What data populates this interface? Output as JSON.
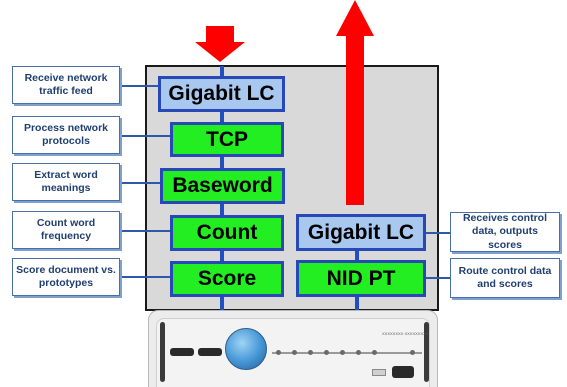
{
  "modules": {
    "gigabit_lc_in": "Gigabit LC",
    "tcp": "TCP",
    "baseword": "Baseword",
    "count": "Count",
    "score": "Score",
    "gigabit_lc_out": "Gigabit LC",
    "nid_pt": "NID PT"
  },
  "callouts": {
    "receive_feed": "Receive network traffic feed",
    "process_protocols": "Process network protocols",
    "extract_meanings": "Extract word meanings",
    "count_frequency": "Count word frequency",
    "score_document": "Score document vs. prototypes",
    "receives_control": "Receives control data, outputs scores",
    "route_control": "Route control data and scores"
  },
  "panel": {
    "brand_text": "XXXXXXXX XXXXXXXXX"
  },
  "colors": {
    "arrow": "#ff0000",
    "line_card": "#a8c8f0",
    "process_module": "#22ee22",
    "module_border": "#2848b8",
    "callout_text": "#1f3f70",
    "chassis": "#d9d9d9"
  }
}
